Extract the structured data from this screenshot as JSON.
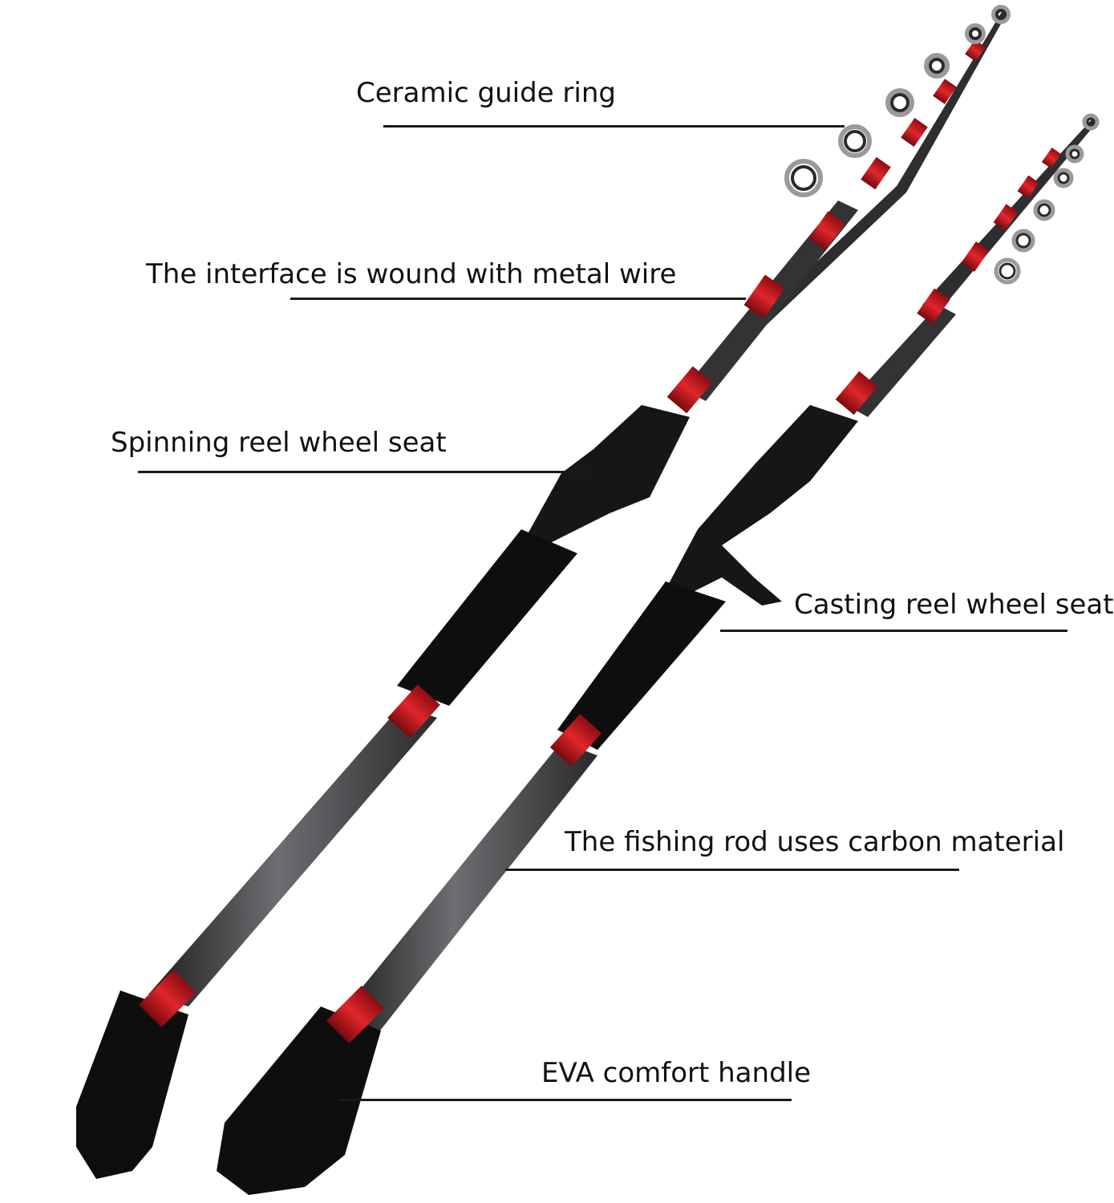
{
  "callouts": {
    "ceramic_guide": "Ceramic guide ring",
    "interface_wire": "The interface is wound with metal wire",
    "spinning_seat": "Spinning reel wheel seat",
    "casting_seat": "Casting reel wheel seat",
    "carbon_material": "The fishing rod uses carbon material",
    "eva_handle": "EVA comfort handle"
  },
  "colors": {
    "blank": "#3a3a3c",
    "blank_highlight": "#6b6b6e",
    "ferrule_red": "#c8141c",
    "ferrule_dark": "#7a0a0e",
    "grip_black": "#111111",
    "guide_frame": "#9a9a9a",
    "leader_line": "#1a1a1a"
  },
  "icons": {
    "rod_left": "spinning-rod-icon",
    "rod_right": "casting-rod-icon"
  }
}
